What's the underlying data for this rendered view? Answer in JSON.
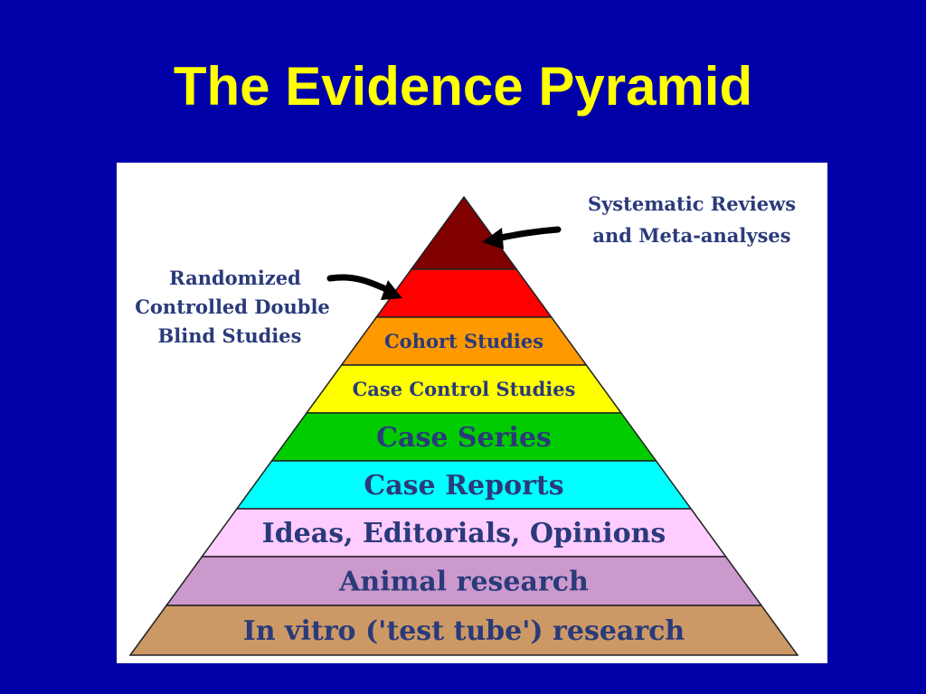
{
  "slide": {
    "title": "The Evidence Pyramid",
    "background_color": "#0000a8",
    "title_color": "#ffff00"
  },
  "pyramid": {
    "tiers": [
      {
        "label": "",
        "color": "#800000"
      },
      {
        "label": "",
        "color": "#ff0000"
      },
      {
        "label": "Cohort Studies",
        "color": "#ff9900"
      },
      {
        "label": "Case Control Studies",
        "color": "#ffff00"
      },
      {
        "label": "Case Series",
        "color": "#00cc00"
      },
      {
        "label": "Case Reports",
        "color": "#00ffff"
      },
      {
        "label": "Ideas, Editorials, Opinions",
        "color": "#ffccff"
      },
      {
        "label": "Animal research",
        "color": "#cc99cc"
      },
      {
        "label": "In vitro ('test tube') research",
        "color": "#cc9966"
      }
    ],
    "top_annotation": {
      "lines": [
        "Systematic Reviews",
        "and Meta-analyses"
      ]
    },
    "left_annotation": {
      "lines": [
        "Randomized",
        "Controlled Double",
        "Blind Studies"
      ]
    },
    "label_color": "#2a3a7a"
  }
}
